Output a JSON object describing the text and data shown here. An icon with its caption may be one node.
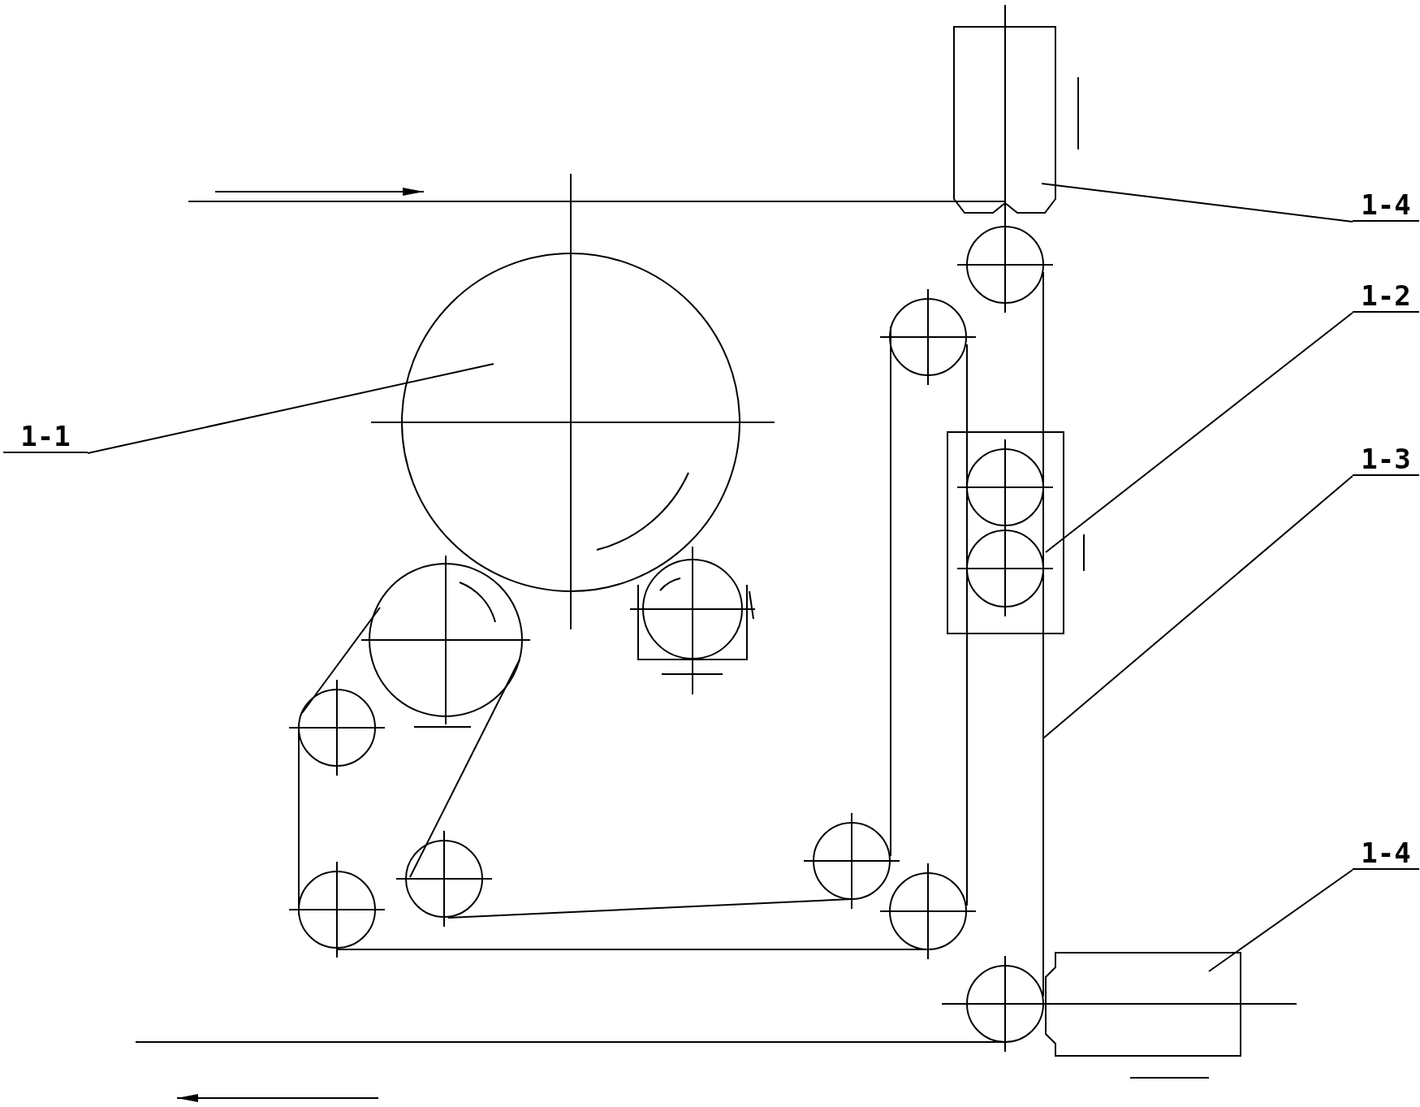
{
  "diagram": {
    "nodes": [
      {
        "text": [
          "1-4"
        ]
      },
      {
        "text": [
          "1-2"
        ]
      },
      {
        "text": [
          "1-3"
        ]
      },
      {
        "text": [
          "1-1"
        ]
      },
      {
        "text": [
          "1-4"
        ]
      },
      {
        "text": [],
        "shape": "circle"
      },
      {
        "text": [],
        "shape": "box"
      },
      {
        "text": [],
        "shape": "box"
      },
      {
        "text": [],
        "shape": "box"
      }
    ],
    "edges": [
      {
        "from": 0,
        "to": 6,
        "arrow": "none"
      },
      {
        "from": 1,
        "to": 7,
        "arrow": "none"
      },
      {
        "from": 2,
        "to": null,
        "arrow": "none"
      },
      {
        "from": 3,
        "to": 5,
        "arrow": "none"
      },
      {
        "from": 4,
        "to": 8,
        "arrow": "none"
      }
    ]
  }
}
